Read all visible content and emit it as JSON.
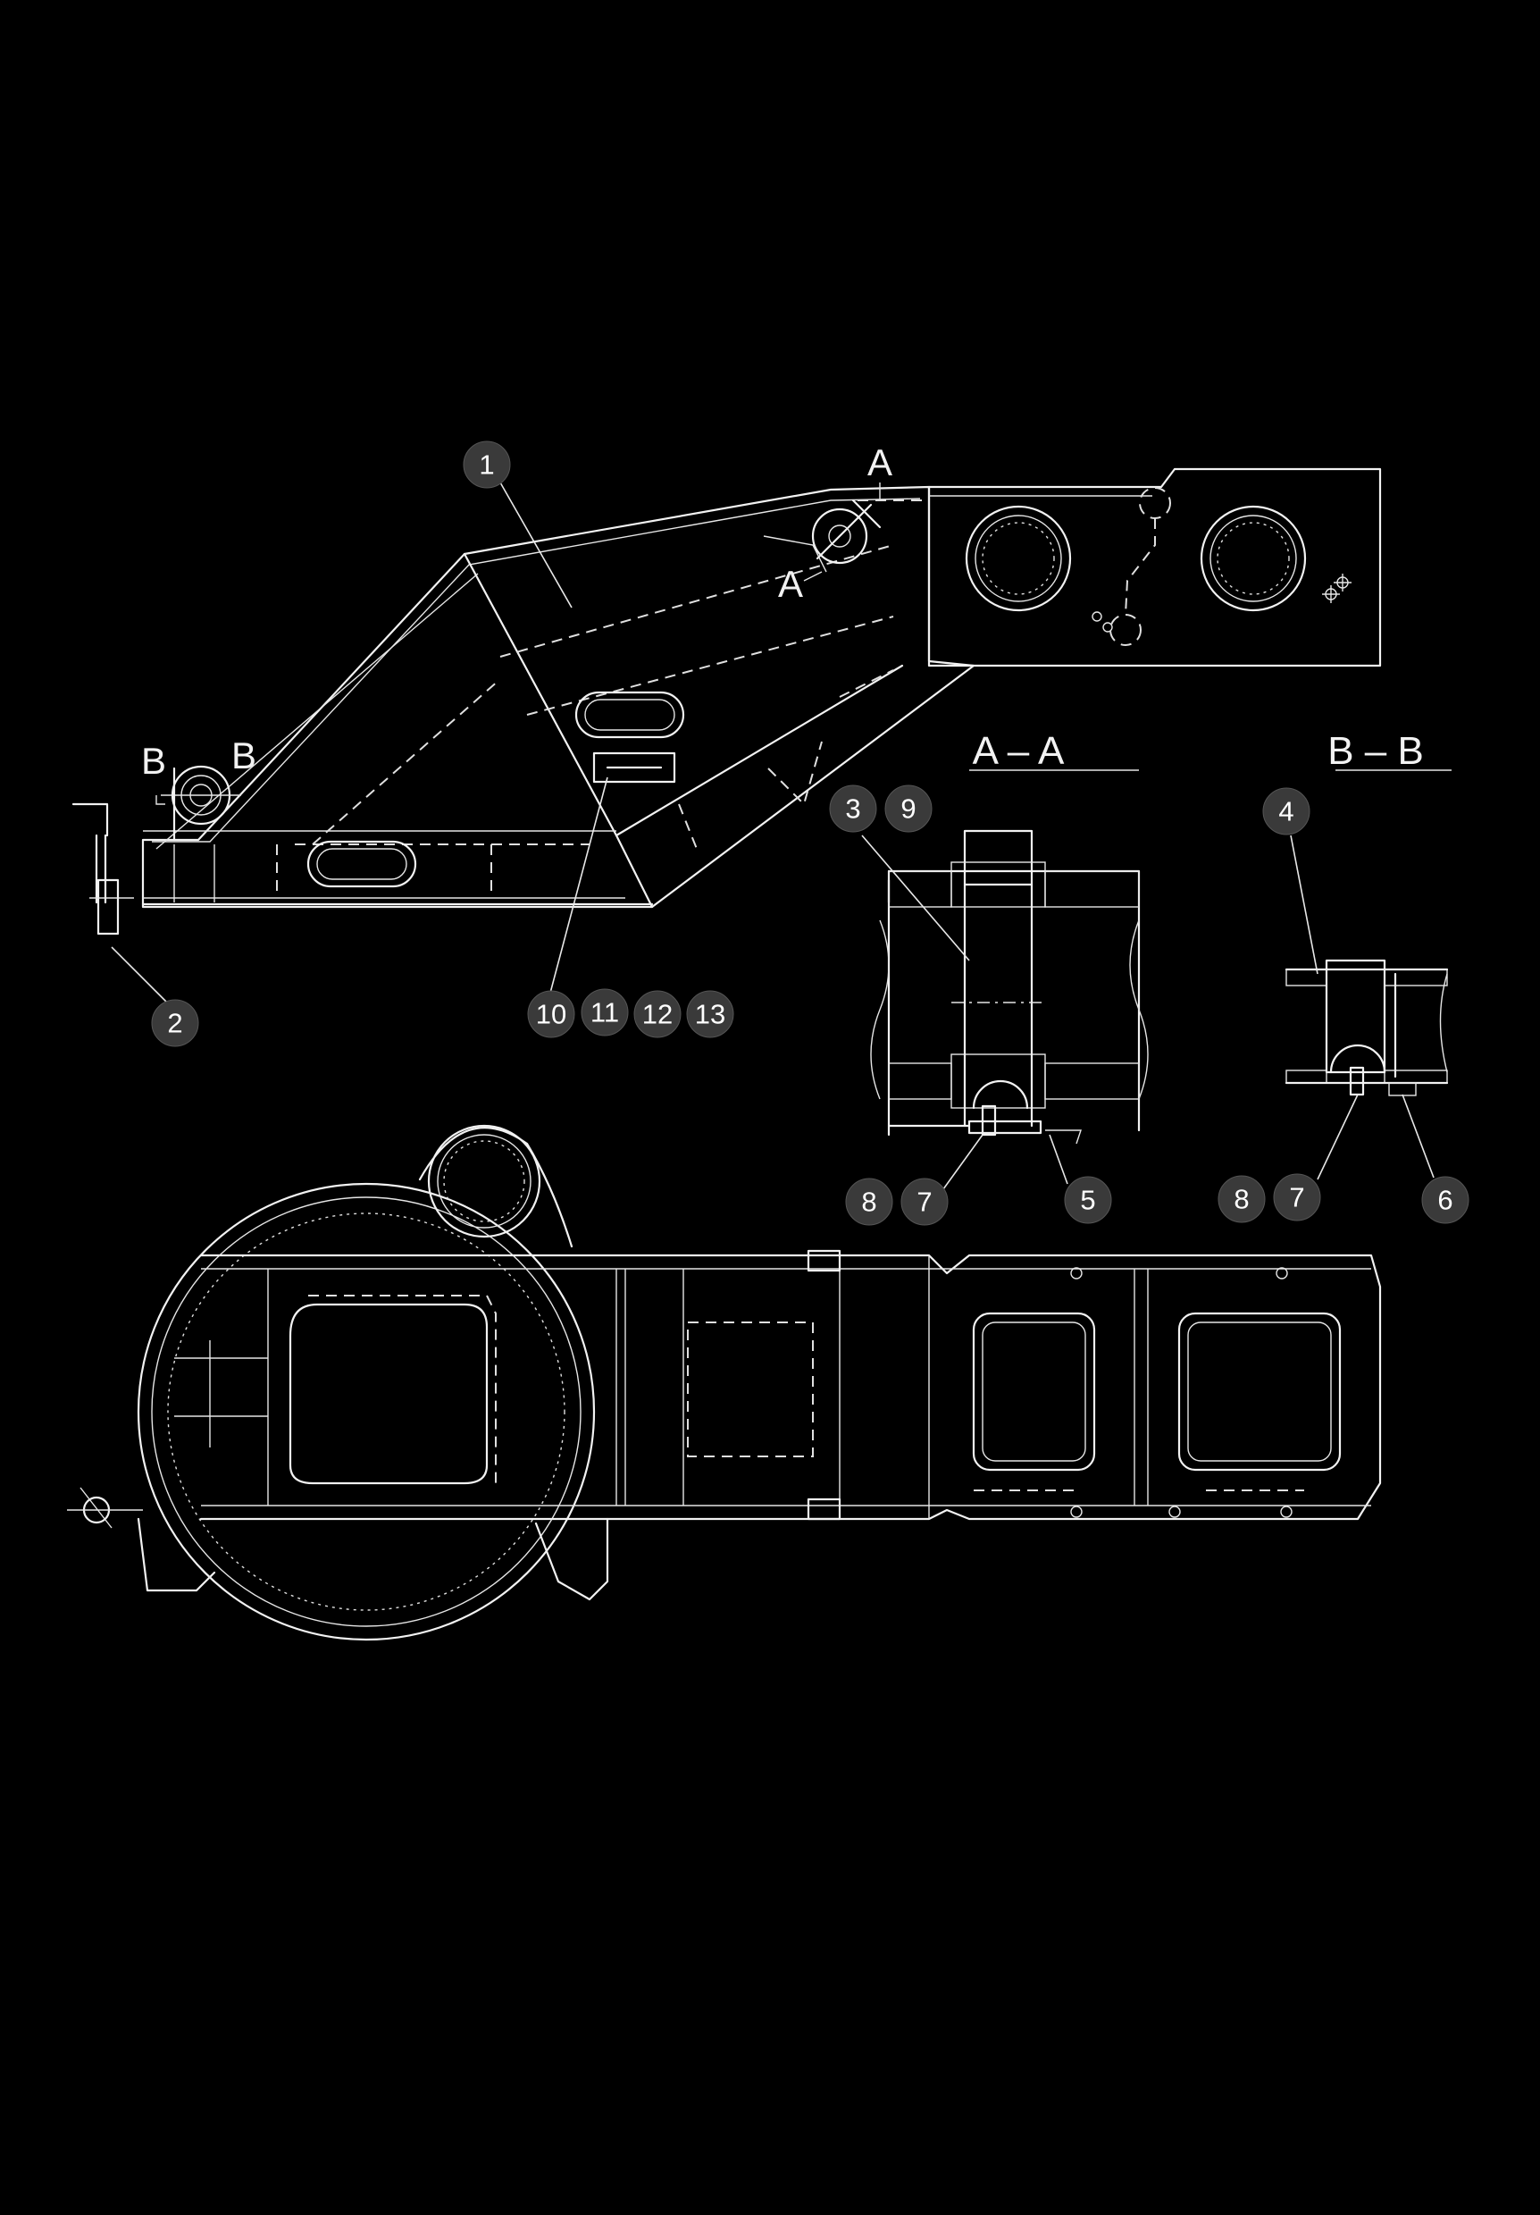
{
  "callouts": {
    "c1": "1",
    "c2": "2",
    "c3": "3",
    "c4": "4",
    "c5": "5",
    "c6": "6",
    "c7a": "7",
    "c7b": "7",
    "c8a": "8",
    "c8b": "8",
    "c9": "9",
    "c10": "10",
    "c11": "11",
    "c12": "12",
    "c13": "13"
  },
  "sections": {
    "aa_title": "A – A",
    "bb_title": "B – B",
    "cut_a_top": "A",
    "cut_a_bottom": "A",
    "cut_b_left": "B",
    "cut_b_right": "B"
  }
}
